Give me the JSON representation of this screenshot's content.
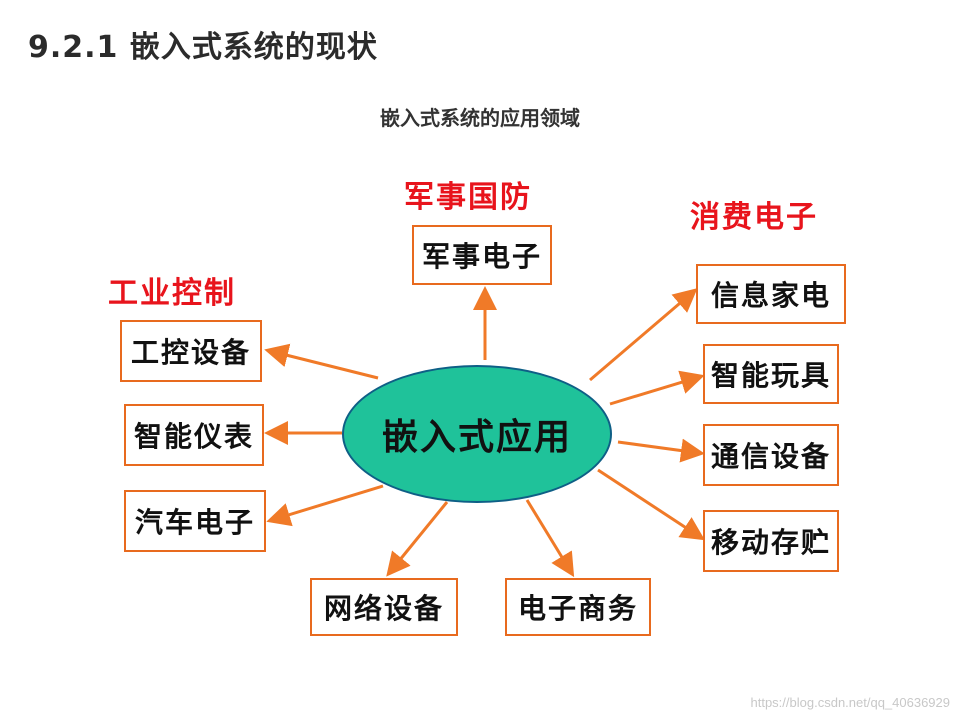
{
  "title": "9.2.1 嵌入式系统的现状",
  "subtitle": "嵌入式系统的应用领域",
  "center": "嵌入式应用",
  "categories": {
    "military": "军事国防",
    "consumer": "消费电子",
    "industry": "工业控制"
  },
  "boxes": {
    "military_electronics": "军事电子",
    "industrial_equipment": "工控设备",
    "smart_instruments": "智能仪表",
    "auto_electronics": "汽车电子",
    "network_equipment": "网络设备",
    "e_commerce": "电子商务",
    "home_appliances": "信息家电",
    "smart_toys": "智能玩具",
    "communication_equipment": "通信设备",
    "mobile_storage": "移动存贮"
  },
  "colors": {
    "arrow": "#f07a28",
    "box_border": "#e86a1e",
    "category": "#e8141c",
    "ellipse_fill": "#1fc29a",
    "ellipse_border": "#0e5f86"
  },
  "watermark": "https://blog.csdn.net/qq_40636929"
}
